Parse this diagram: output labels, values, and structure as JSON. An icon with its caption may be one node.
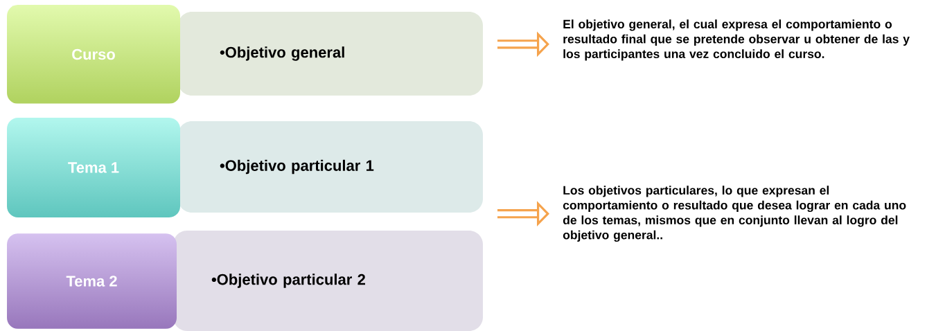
{
  "diagram": {
    "nodes": [
      {
        "text": [
          "Curso"
        ]
      },
      {
        "text": [
          "•Objetivo general"
        ]
      },
      {
        "text": [
          "Tema 1"
        ]
      },
      {
        "text": [
          "•Objetivo particular 1"
        ]
      },
      {
        "text": [
          "Tema 2"
        ]
      },
      {
        "text": [
          "•Objetivo particular 2"
        ]
      },
      {
        "text": [
          "El objetivo general, el cual expresa el comportamiento o resultado final que se pretende observar u obtener de las y los participantes una vez concluido el curso."
        ]
      },
      {
        "text": [
          "Los objetivos particulares, lo que expresan el comportamiento o resultado que desea lograr en cada uno de los temas, mismos que en conjunto llevan al logro del objetivo general.."
        ]
      }
    ],
    "edges": [
      {
        "from": null,
        "to": 6,
        "arrow": "to"
      },
      {
        "from": null,
        "to": 7,
        "arrow": "to"
      }
    ]
  }
}
